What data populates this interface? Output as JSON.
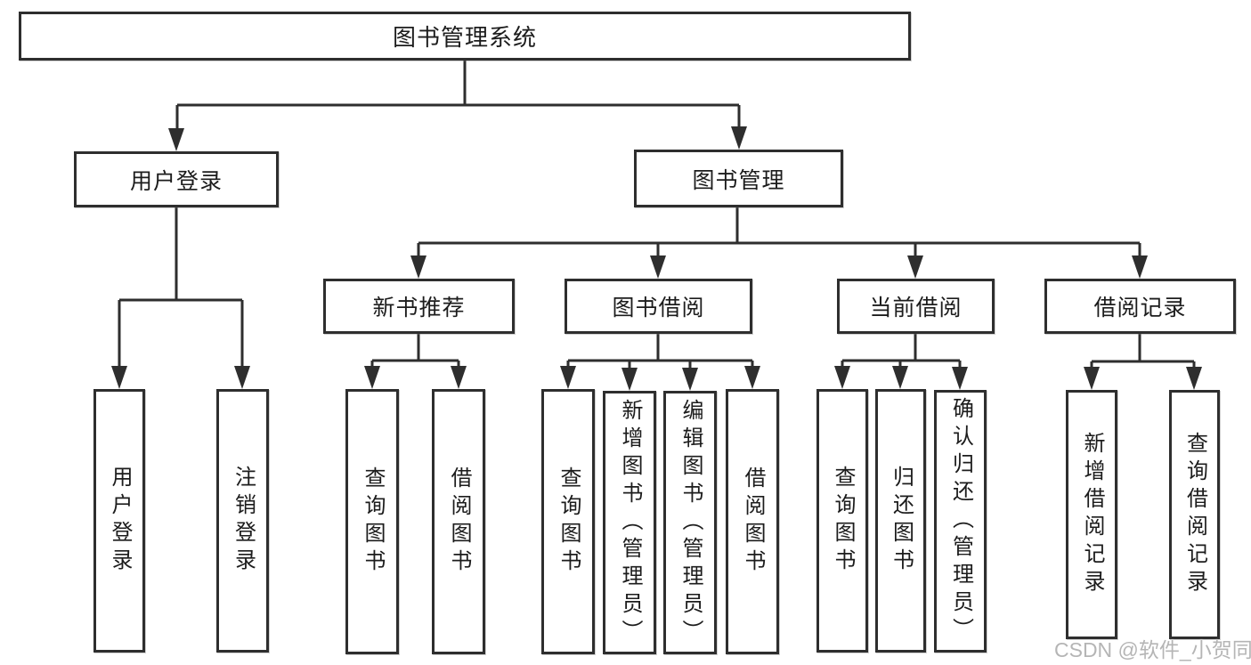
{
  "diagram": {
    "root": {
      "label": "图书管理系统"
    },
    "branches": {
      "user_login": {
        "label": "用户登录",
        "children": [
          {
            "label": "用户登录"
          },
          {
            "label": "注销登录"
          }
        ]
      },
      "book_mgmt": {
        "label": "图书管理",
        "children": {
          "new_books": {
            "label": "新书推荐",
            "children": [
              {
                "label": "查询图书"
              },
              {
                "label": "借阅图书"
              }
            ]
          },
          "borrow": {
            "label": "图书借阅",
            "children": [
              {
                "label": "查询图书"
              },
              {
                "label": "新增图书（管理员）"
              },
              {
                "label": "编辑图书（管理员）"
              },
              {
                "label": "借阅图书"
              }
            ]
          },
          "current": {
            "label": "当前借阅",
            "children": [
              {
                "label": "查询图书"
              },
              {
                "label": "归还图书"
              },
              {
                "label": "确认归还（管理员）"
              }
            ]
          },
          "records": {
            "label": "借阅记录",
            "children": [
              {
                "label": "新增借阅记录"
              },
              {
                "label": "查询借阅记录"
              }
            ]
          }
        }
      }
    },
    "colors": {
      "line": "#2e2e2e",
      "text": "#1c1c1c",
      "watermark_text": "#b5b5b5",
      "background": "#ffffff"
    }
  },
  "watermark": {
    "text": "CSDN @软件_小贺同学"
  }
}
